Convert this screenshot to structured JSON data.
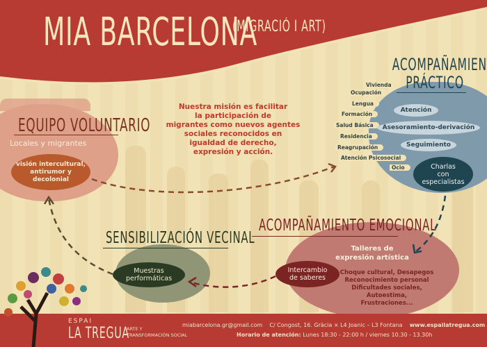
{
  "header": {
    "title": "MIA BARCELONA",
    "subtitle": "(MIGRACIÓ I ART)"
  },
  "mission": {
    "lines": [
      "Nuestra misión es facilitar",
      "la participación de",
      "migrantes como nuevos agentes",
      "sociales reconocidos en",
      "igualdad de derecho,",
      "expresión y acción."
    ]
  },
  "voluntario": {
    "title": "EQUIPO VOLUNTARIO",
    "subtitle": "Locales y migrantes",
    "pill": [
      "visión intercultural,",
      "antirumor y",
      "decolonial"
    ]
  },
  "practico": {
    "title": [
      "ACOMPAÑAMIENTO",
      "PRÁCTICO"
    ],
    "areas": [
      "Vivienda",
      "Ocupación",
      "Lengua",
      "Formación",
      "Salud Básica",
      "Residencia",
      "Reagrupación",
      "Atención Psicosocial",
      "Ocio"
    ],
    "services": [
      "Atención",
      "Asesoramiento-derivación",
      "Seguimiento"
    ],
    "pill": [
      "Charlas",
      "con",
      "especialistas"
    ]
  },
  "emocional": {
    "title": "ACOMPAÑAMIENTO EMOCIONAL",
    "talleres": [
      "Talleres de",
      "expresión artística"
    ],
    "pill": [
      "Intercambio",
      "de saberes"
    ],
    "topics": [
      "Choque cultural, Desapegos",
      "Reconocimiento personal",
      "Dificultades sociales,",
      "Autoestima, Frustraciones..."
    ]
  },
  "vecinal": {
    "title": "SENSIBILIZACIÓN VECINAL",
    "pill": [
      "Muestras",
      "performáticas"
    ]
  },
  "footer": {
    "logo_top": "ESPAI",
    "logo_main": "LA TREGUA",
    "tagline": [
      "ARTE Y",
      "TRANSFORMACIÓN SOCIAL"
    ],
    "email": "miabarcelona.gr@gmail.com",
    "address": "C/ Congost, 16. Gràcia  × L4 Joanic – L3 Fontana",
    "website": "www.espailatregua.com",
    "hours_label": "Horario de atención:",
    "hours": "Lunes 18:30 - 22:00 h / viernes 10.30 - 13.30h"
  },
  "colors": {
    "header": "#b83b33",
    "background": "#f2e3b6",
    "voluntario": "#dfa08a",
    "practico": "#7e9aab",
    "emocional": "#c07a72",
    "vecinal": "#8f9575"
  }
}
